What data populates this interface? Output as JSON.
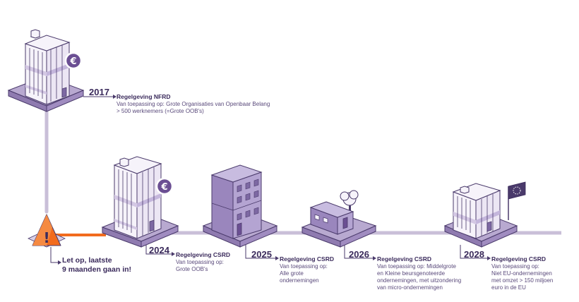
{
  "warning": {
    "line1": "Let op, laatste",
    "line2": "9 maanden gaan in!"
  },
  "milestones": [
    {
      "year": "2017",
      "title": "Regelgeving NFRD",
      "desc": [
        "Van toepassing op: Grote Organisaties van Openbaar Belang",
        "> 500 werknemers (=Grote OOB's)"
      ]
    },
    {
      "year": "2024",
      "title": "Regelgeving CSRD",
      "desc": [
        "Van toepassing op:",
        "Grote OOB's"
      ]
    },
    {
      "year": "2025",
      "title": "Regelgeving CSRD",
      "desc": [
        "Van toepassing op:",
        "Alle grote",
        "ondernemingen"
      ]
    },
    {
      "year": "2026",
      "title": "Regelgeving CSRD",
      "desc": [
        "Van toepassing op: Middelgrote",
        "en Kleine beursgenoteerde",
        "ondernemingen, met uitzondering",
        "van micro-ondernemingen"
      ]
    },
    {
      "year": "2028",
      "title": "Regelgeving CSRD",
      "desc": [
        "Van toepassing op:",
        "Niet EU-ondernemingen",
        "met omzet > 150 miljoen",
        "euro in de EU"
      ]
    }
  ],
  "icons": {
    "euro_symbol": "€",
    "warning_symbol": "!"
  },
  "colors": {
    "line": "#c9bfd8",
    "platform_top": "#b8a9d0",
    "platform_side": "#8f7bb0",
    "building_light": "#f6f3fa",
    "building_stroke": "#4a3a6b",
    "building_dark": "#9a86bd",
    "building_darker": "#7d68a3",
    "accent_orange": "#f26b1d",
    "euro_circle": "#6b4f93",
    "text": "#3b2b5c"
  }
}
